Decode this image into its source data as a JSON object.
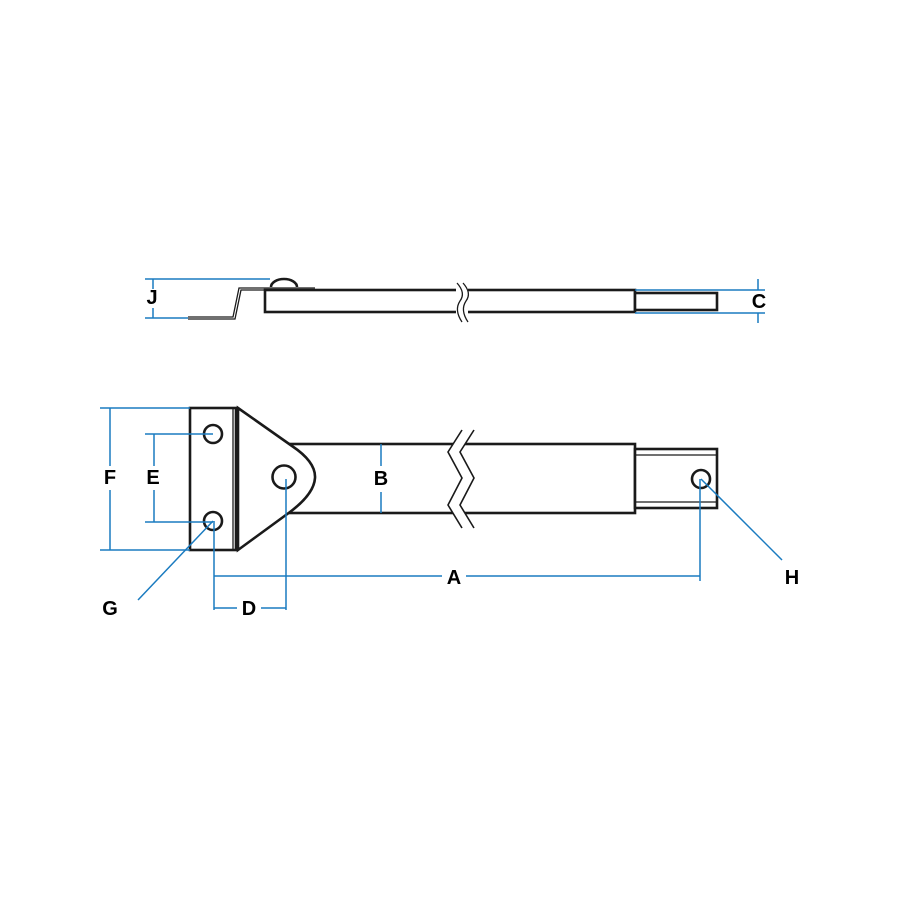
{
  "labels": {
    "A": "A",
    "B": "B",
    "C": "C",
    "D": "D",
    "E": "E",
    "F": "F",
    "G": "G",
    "H": "H",
    "J": "J"
  },
  "colors": {
    "dimension": "#1a7bc0",
    "outline": "#1a1a1a"
  }
}
